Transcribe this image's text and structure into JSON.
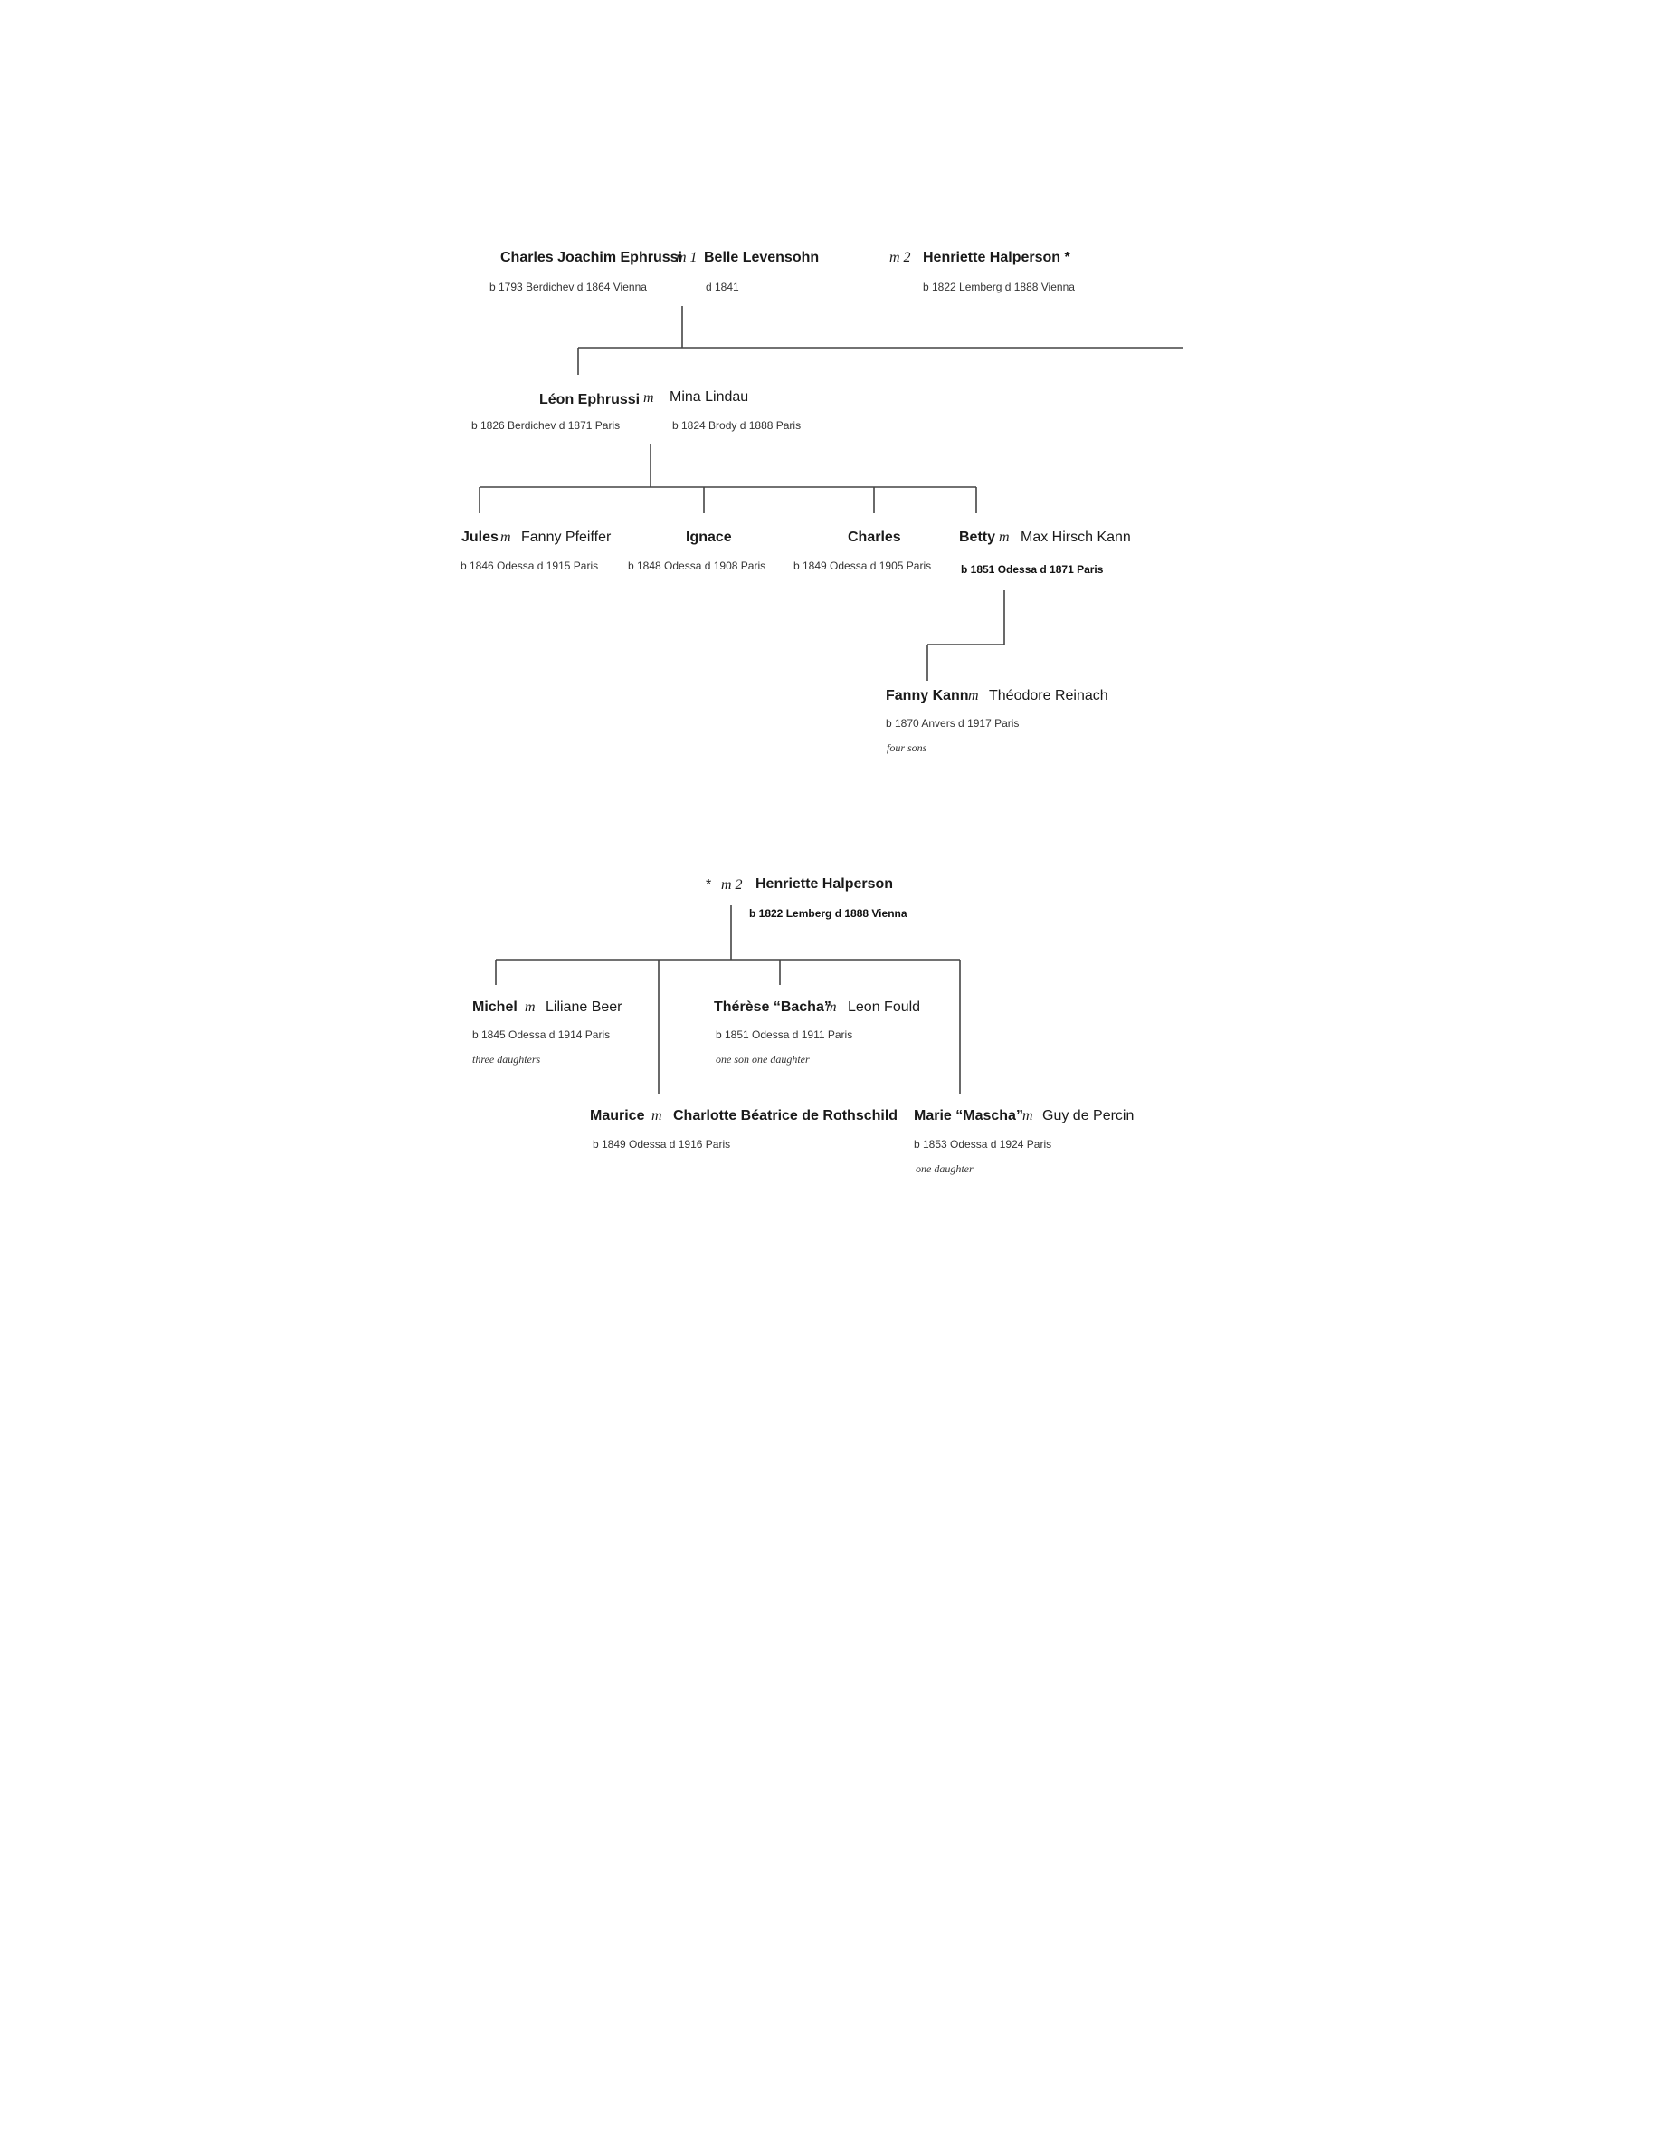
{
  "tree1": {
    "charles_joachim": "Charles Joachim Ephrussi",
    "m1": "m 1",
    "belle": "Belle Levensohn",
    "m2": "m 2",
    "henriette_star": "Henriette  Halperson *",
    "charles_dates": "b 1793 Berdichev  d 1864 Vienna",
    "belle_dates": "d 1841",
    "henriette_dates": "b 1822 Lemberg  d 1888 Vienna",
    "leon": "Léon Ephrussi",
    "m_leon": "m",
    "mina": "Mina Lindau",
    "leon_dates": "b 1826 Berdichev d 1871 Paris",
    "mina_dates": "b 1824 Brody  d 1888 Paris",
    "jules": "Jules",
    "m_jules": "m",
    "fanny_pfeiffer": "Fanny Pfeiffer",
    "jules_dates": "b 1846 Odessa  d 1915 Paris",
    "ignace": "Ignace",
    "ignace_dates": "b 1848 Odessa  d 1908 Paris",
    "charles": "Charles",
    "charles2_dates": "b 1849 Odessa  d 1905 Paris",
    "betty": "Betty",
    "m_betty": "m",
    "max": "Max Hirsch Kann",
    "betty_dates": "b 1851 Odessa d 1871 Paris",
    "fanny_kann": "Fanny Kann",
    "m_fanny": "m",
    "theodore": "Théodore Reinach",
    "fanny_dates": "b 1870 Anvers  d 1917 Paris",
    "fanny_note": "four sons"
  },
  "tree2": {
    "star": "*",
    "m2": "m 2",
    "henriette": "Henriette  Halperson",
    "henriette_dates": "b 1822 Lemberg d 1888 Vienna",
    "michel": "Michel",
    "m_michel": "m",
    "liliane": "Liliane Beer",
    "michel_dates": "b 1845 Odessa  d 1914 Paris",
    "michel_note": "three daughters",
    "therese": "Thérèse “Bacha”",
    "m_therese": "m",
    "leon_fould": "Leon Fould",
    "therese_dates": "b 1851 Odessa d 1911 Paris",
    "therese_note": "one son one daughter",
    "maurice": "Maurice",
    "m_maurice": "m",
    "charlotte": "Charlotte Béatrice de Rothschild",
    "maurice_dates": "b 1849 Odessa d 1916 Paris",
    "marie": "Marie “Mascha”",
    "m_marie": "m",
    "guy": "Guy de Percin",
    "marie_dates": "b 1853 Odessa d 1924 Paris",
    "marie_note": "one daughter"
  }
}
